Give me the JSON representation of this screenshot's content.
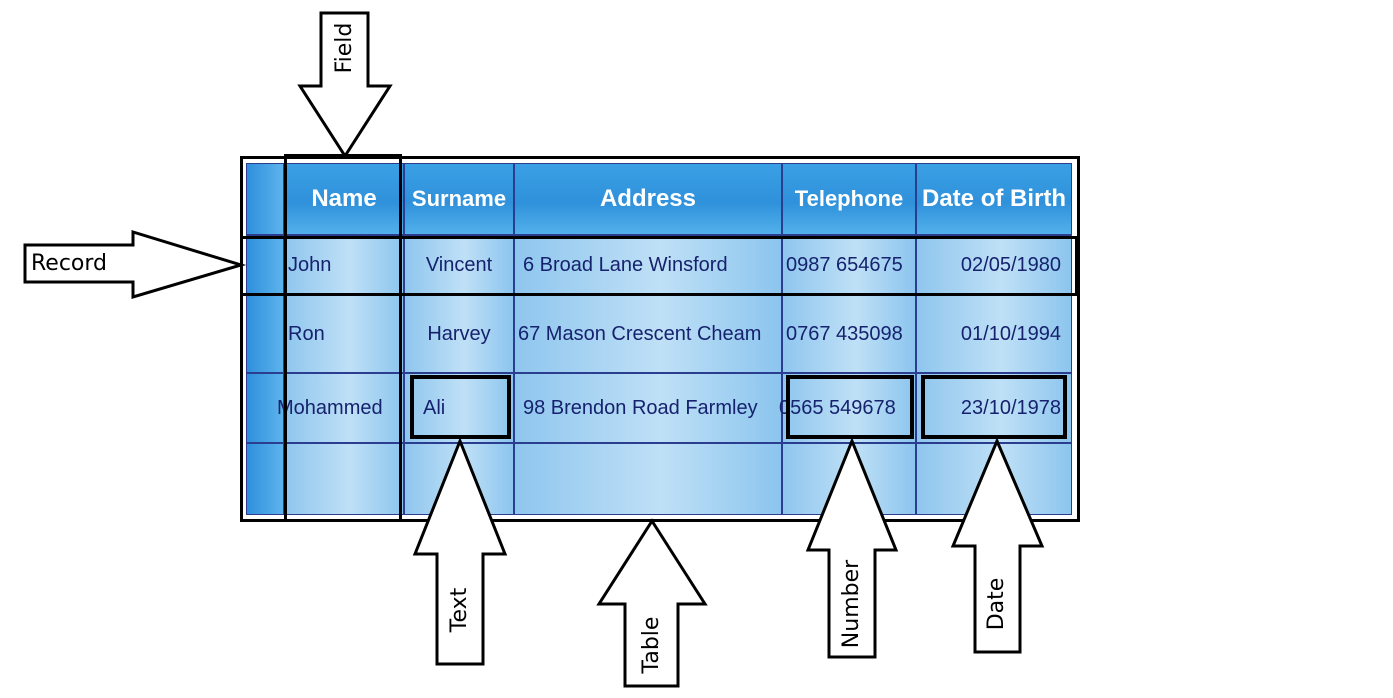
{
  "table": {
    "headers": [
      "Name",
      "Surname",
      "Address",
      "Telephone",
      "Date of Birth"
    ],
    "rows": [
      [
        "John",
        "Vincent",
        "6 Broad Lane Winsford",
        "0987 654675",
        "02/05/1980"
      ],
      [
        "Ron",
        "Harvey",
        "67 Mason Crescent Cheam",
        "0767 435098",
        "01/10/1994"
      ],
      [
        "Mohammed",
        "Ali",
        "98 Brendon Road Farmley",
        "0565 549678",
        "23/10/1978"
      ],
      [
        "",
        "",
        "",
        "",
        ""
      ]
    ]
  },
  "annotations": {
    "field": "Field",
    "record": "Record",
    "text": "Text",
    "table": "Table",
    "number": "Number",
    "date": "Date"
  },
  "colors": {
    "header_blue": "#2f91db",
    "cell_blue": "#bfe0f6",
    "text_navy": "#16226e",
    "outline": "#000000"
  }
}
